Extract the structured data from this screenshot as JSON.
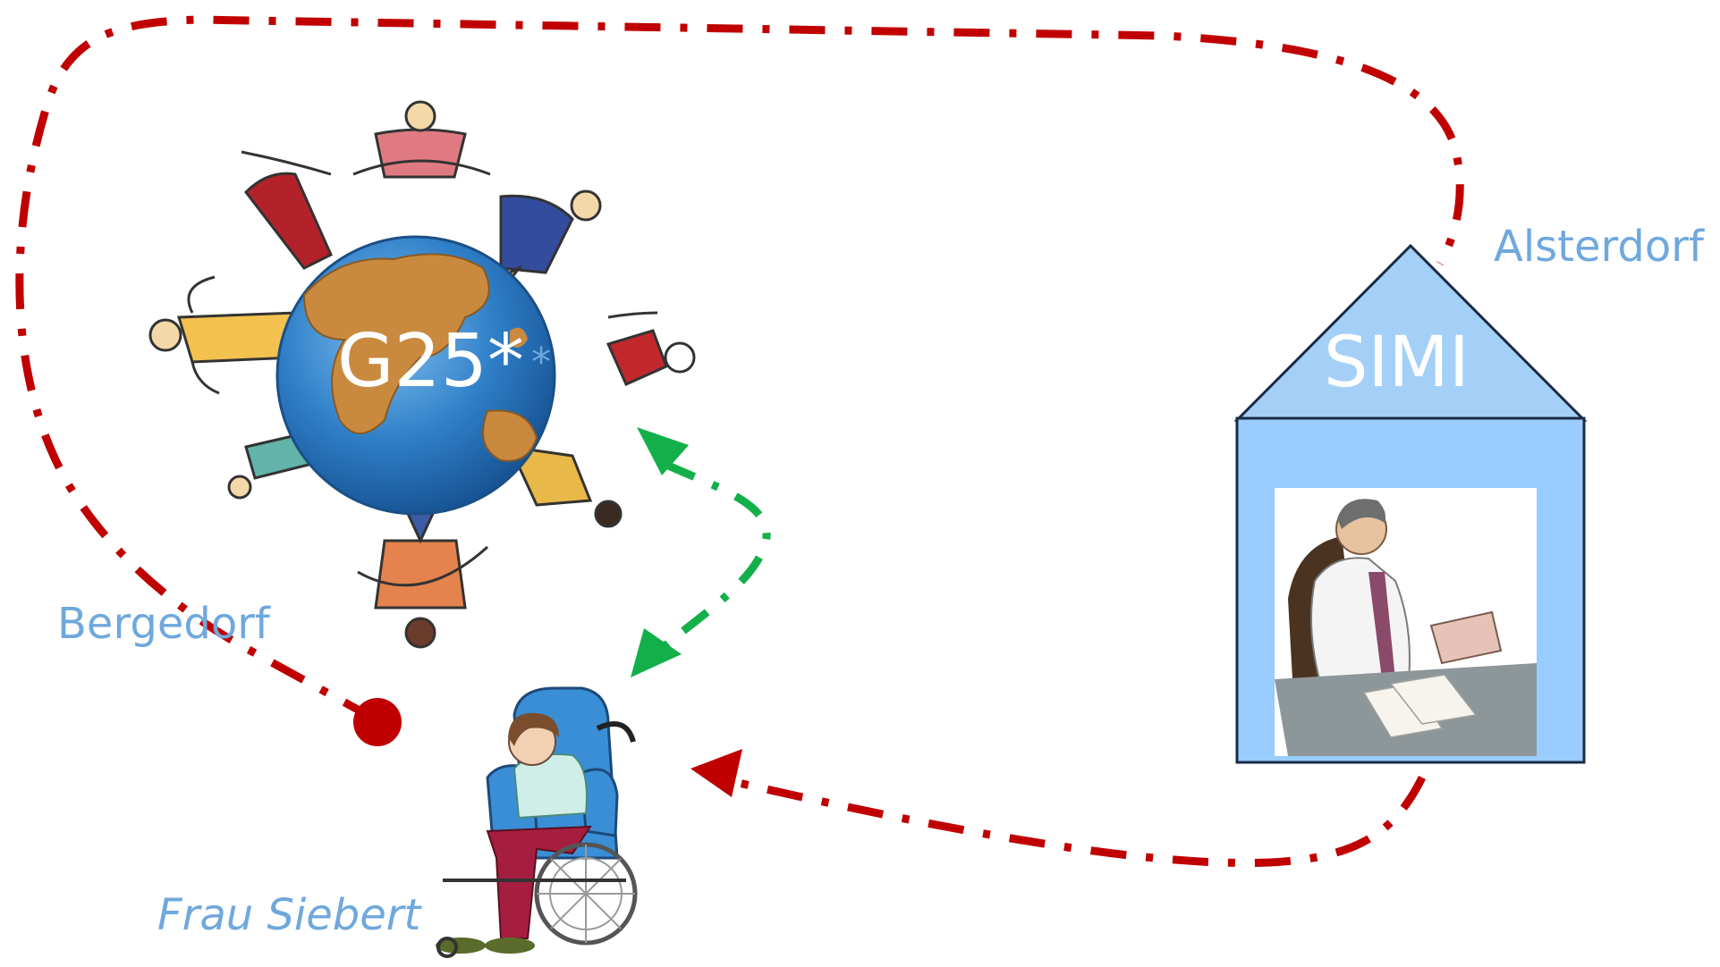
{
  "labels": {
    "group": "G25*",
    "group_suffix": "*",
    "group_place": "Bergedorf",
    "facility": "SIMI",
    "facility_place": "Alsterdorf",
    "person": "Frau Siebert"
  },
  "colors": {
    "red_path": "#c00000",
    "green_path": "#13b04a",
    "label_blue": "#6fa8dc",
    "house_fill": "#99ccff",
    "house_roof": "#a4d0f7",
    "ocean": "#2f7fc8",
    "land": "#c98a3f"
  },
  "icons": {
    "globe": "globe-with-people-icon",
    "person": "wheelchair-person-icon",
    "doctor": "doctor-at-desk-icon"
  }
}
